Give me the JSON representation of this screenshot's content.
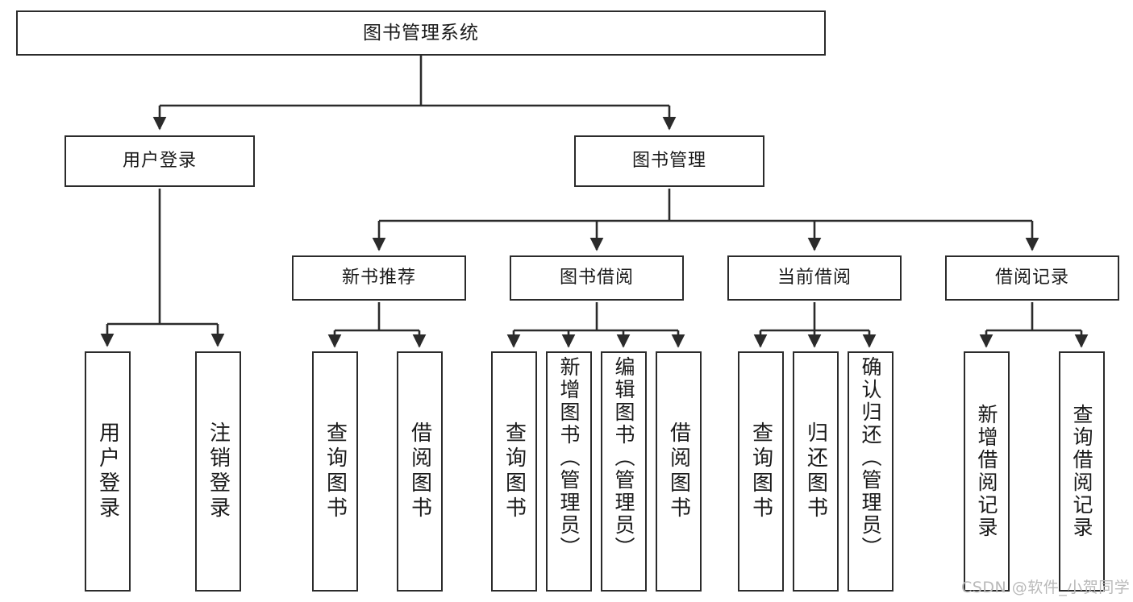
{
  "diagram": {
    "title": "图书管理系统",
    "type": "tree",
    "background": "#ffffff",
    "line_color": "#2b2b2b",
    "box_border_color": "#2b2b2b",
    "text_color": "#1a1a1a"
  },
  "nodes": {
    "root": {
      "label": "图书管理系统"
    },
    "level2": [
      {
        "id": "user-login",
        "label": "用户登录"
      },
      {
        "id": "book-manage",
        "label": "图书管理"
      }
    ],
    "level3": [
      {
        "id": "new-book-recommend",
        "label": "新书推荐"
      },
      {
        "id": "book-borrow",
        "label": "图书借阅"
      },
      {
        "id": "current-borrow",
        "label": "当前借阅"
      },
      {
        "id": "borrow-record",
        "label": "借阅记录"
      }
    ],
    "leaves": {
      "user_login": [
        {
          "id": "leaf-user-login",
          "label": "用户登录"
        },
        {
          "id": "leaf-user-logout",
          "label": "注销登录"
        }
      ],
      "new_book_recommend": [
        {
          "id": "leaf-query-book-1",
          "label": "查询图书"
        },
        {
          "id": "leaf-borrow-book-1",
          "label": "借阅图书"
        }
      ],
      "book_borrow": [
        {
          "id": "leaf-query-book-2",
          "label": "查询图书"
        },
        {
          "id": "leaf-add-book",
          "label": "新增图书（管理员）"
        },
        {
          "id": "leaf-edit-book",
          "label": "编辑图书（管理员）"
        },
        {
          "id": "leaf-borrow-book-2",
          "label": "借阅图书"
        }
      ],
      "current_borrow": [
        {
          "id": "leaf-query-book-3",
          "label": "查询图书"
        },
        {
          "id": "leaf-return-book",
          "label": "归还图书"
        },
        {
          "id": "leaf-confirm-return",
          "label": "确认归还（管理员）"
        }
      ],
      "borrow_record": [
        {
          "id": "leaf-add-record",
          "label": "新增借阅记录"
        },
        {
          "id": "leaf-query-record",
          "label": "查询借阅记录"
        }
      ]
    }
  },
  "watermark": {
    "text": "CSDN @软件_小贺同学"
  }
}
